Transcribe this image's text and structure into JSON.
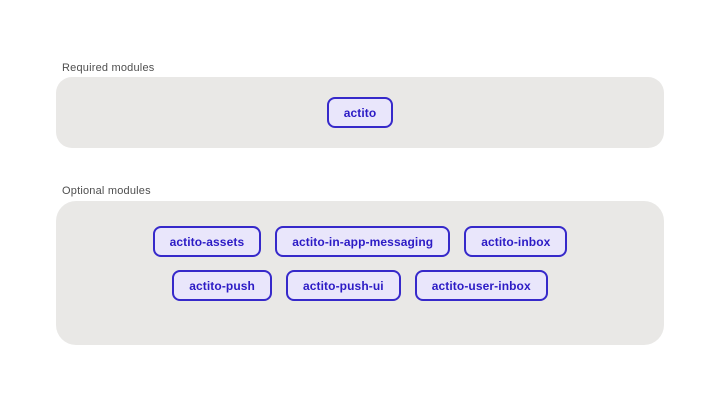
{
  "required_section": {
    "label": "Required modules",
    "modules": [
      "actito"
    ]
  },
  "optional_section": {
    "label": "Optional modules",
    "rows": [
      [
        "actito-assets",
        "actito-in-app-messaging",
        "actito-inbox"
      ],
      [
        "actito-push",
        "actito-push-ui",
        "actito-user-inbox"
      ]
    ]
  },
  "colors": {
    "page_background": "#ffffff",
    "panel_background": "#e9e8e6",
    "chip_background": "#e9e6fb",
    "chip_border": "#3629ca",
    "chip_text": "#2c1bc5",
    "label_text": "#4f4f4f"
  }
}
